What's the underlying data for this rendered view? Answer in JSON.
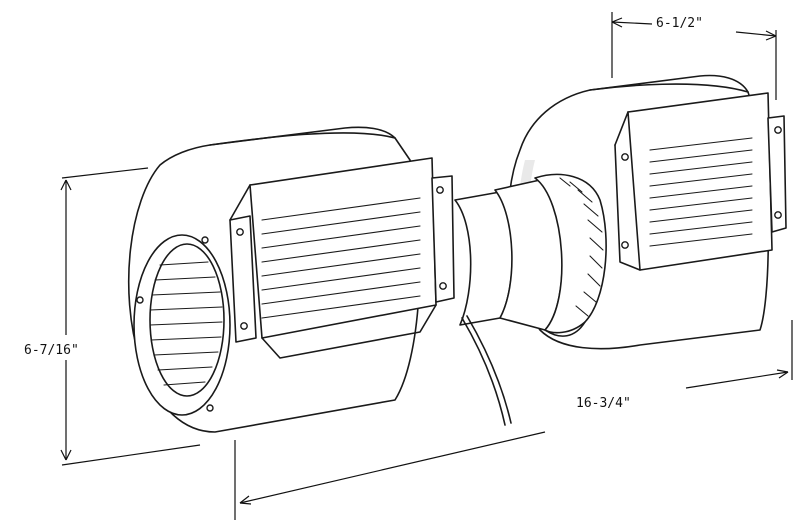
{
  "dimensions": {
    "depth": "6-1/2\"",
    "height": "6-7/16\"",
    "length": "16-3/4\""
  }
}
